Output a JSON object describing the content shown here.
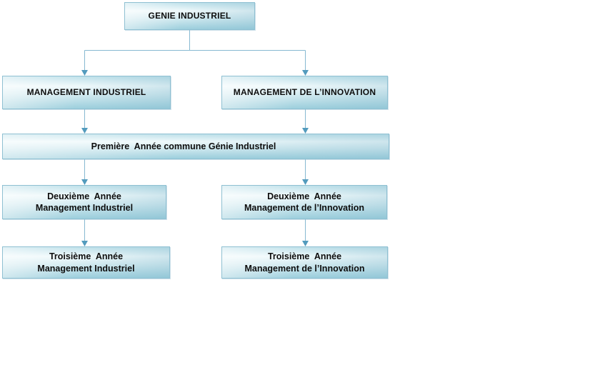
{
  "diagram": {
    "title_node": {
      "label": "GENIE INDUSTRIEL"
    },
    "branches": [
      {
        "label": "MANAGEMENT INDUSTRIEL"
      },
      {
        "label": "MANAGEMENT DE L’INNOVATION"
      }
    ],
    "common_year": {
      "label": "Première  Année commune Génie Industriel"
    },
    "second_year": [
      {
        "label": "Deuxième  Année\nManagement Industriel"
      },
      {
        "label": "Deuxième  Année\nManagement de l’Innovation"
      }
    ],
    "third_year": [
      {
        "label": "Troisième  Année\nManagement Industriel"
      },
      {
        "label": "Troisième  Année\nManagement de l’Innovation"
      }
    ],
    "colors": {
      "box_border": "#8fc0d2",
      "box_fill_top": "#bfe1ea",
      "box_fill_light": "#eff9fb",
      "box_fill_bottom": "#9dcfdd",
      "connector_line": "#86b9d1",
      "arrow_head": "#539bbd",
      "text": "#0d0d0d",
      "background": "#ffffff"
    }
  }
}
